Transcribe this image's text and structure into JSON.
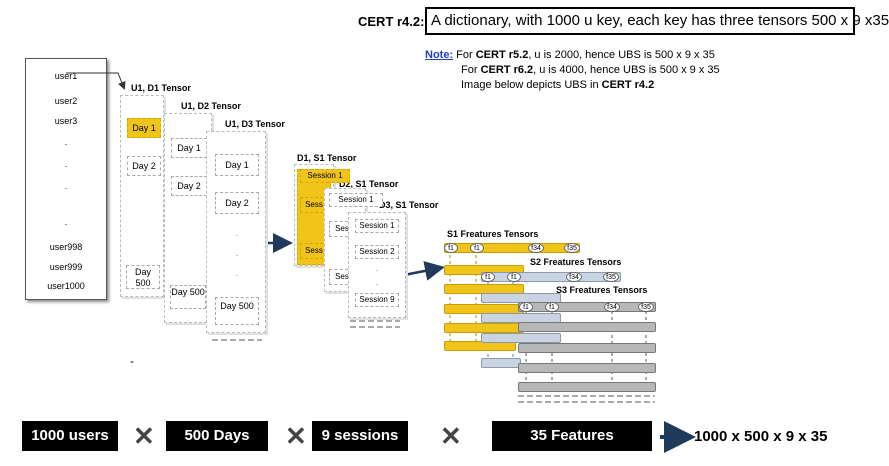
{
  "cert": {
    "label": "CERT r4.2:",
    "description": "A dictionary, with 1000 u key, each key has three tensors 500 x 9 x35"
  },
  "note": {
    "label": "Note:",
    "line1_prefix": " For ",
    "line1_bold": "CERT r5.2",
    "line1_suffix": ", u is 2000, hence UBS is 500 x 9 x 35",
    "line2_prefix": "For ",
    "line2_bold": "CERT r6.2",
    "line2_suffix": ", u is 4000, hence UBS is 500 x 9 x 35",
    "line3_prefix": "Image below depicts UBS in ",
    "line3_bold": "CERT r4.2"
  },
  "users": [
    "user1",
    "user2",
    "user3",
    ".",
    ".",
    ".",
    ".",
    "user998",
    "user999",
    "user1000"
  ],
  "day_tensors": [
    {
      "title": "U1, D1 Tensor",
      "cells": [
        "Day 1",
        "Day 2",
        "Day 500"
      ]
    },
    {
      "title": "U1, D2 Tensor",
      "cells": [
        "Day 1",
        "Day 2",
        "Day 500"
      ]
    },
    {
      "title": "U1, D3 Tensor",
      "cells": [
        "Day 1",
        "Day 2",
        "Day 500"
      ]
    }
  ],
  "session_tensors": [
    {
      "title": "D1, S1 Tensor",
      "cells": [
        "Session 1",
        "Sess",
        "Sess"
      ]
    },
    {
      "title": "D2, S1 Tensor",
      "cells": [
        "Session 1",
        "Sess",
        "Sess"
      ]
    },
    {
      "title": "D3, S1 Tensor",
      "cells": [
        "Session 1",
        "Session 2",
        "Session 9"
      ]
    }
  ],
  "feature_tensors": [
    {
      "title": "S1 Freatures Tensors",
      "labels": [
        "f1",
        "f1",
        "f34",
        "f35"
      ]
    },
    {
      "title": "S2 Freatures Tensors",
      "labels": [
        "f1",
        "f1",
        "f34",
        "f35"
      ]
    },
    {
      "title": "S3 Freatures Tensors",
      "labels": [
        "f1",
        "f1",
        "f34",
        "f35"
      ]
    }
  ],
  "bottom": {
    "users": "1000 users",
    "days": "500 Days",
    "sessions": "9 sessions",
    "features": "35 Features",
    "times": "✕",
    "result": "1000 x 500 x 9 x 35"
  },
  "dash_mark": "-"
}
